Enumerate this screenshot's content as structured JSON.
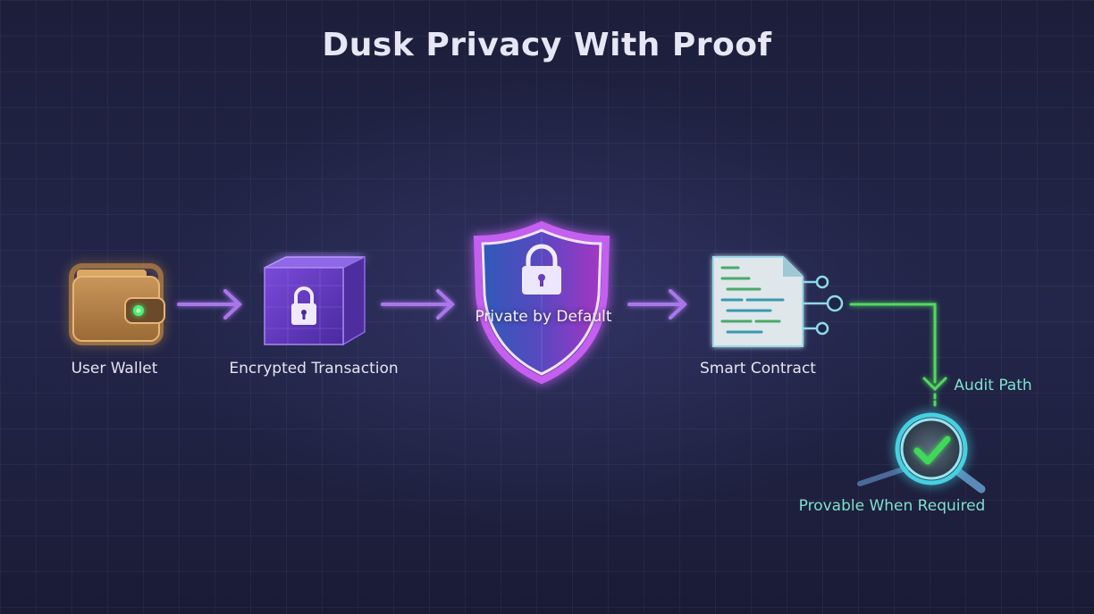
{
  "title": "Dusk Privacy With Proof",
  "nodes": {
    "wallet": {
      "label": "User Wallet",
      "icon": "wallet-icon"
    },
    "encrypted": {
      "label": "Encrypted Transaction",
      "icon": "locked-cube-icon"
    },
    "shield": {
      "label": "Private by Default",
      "icon": "shield-lock-icon"
    },
    "contract": {
      "label": "Smart Contract",
      "icon": "document-circuit-icon"
    },
    "audit": {
      "label": "Audit Path"
    },
    "provable": {
      "label": "Provable When Required",
      "icon": "magnifier-check-icon"
    }
  },
  "colors": {
    "arrow": "#a977ea",
    "audit_line": "#52d860",
    "wallet": "#b98548",
    "cube": "#6a3fc9",
    "shield_left": "#3356b8",
    "shield_right": "#9c38c8",
    "check": "#3fd85a"
  }
}
